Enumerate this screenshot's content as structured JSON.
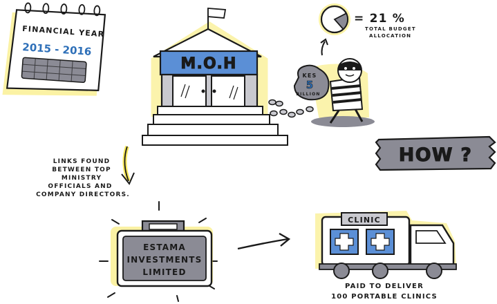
{
  "calendar": {
    "title": "FINANCIAL YEAR",
    "years": "2015 - 2016"
  },
  "ministry": {
    "sign": "M.O.H"
  },
  "budget": {
    "percent": "= 21 %",
    "fraction": 0.21,
    "caption_line1": "TOTAL BUDGET",
    "caption_line2": "ALLOCATION"
  },
  "money_bag": {
    "line1": "KES",
    "line2": "5",
    "line3": "BILLION"
  },
  "how_banner": {
    "text": "HOW ?"
  },
  "links_note": {
    "lines": [
      "LINKS FOUND",
      "BETWEEN TOP",
      "MINISTRY",
      "OFFICIALS AND",
      "COMPANY DIRECTORS."
    ]
  },
  "company": {
    "lines": [
      "ESTAMA",
      "INVESTMENTS",
      "LIMITED"
    ]
  },
  "clinic_truck": {
    "sign": "CLINIC",
    "caption_line1": "PAID TO DELIVER",
    "caption_line2": "100 PORTABLE CLINICS"
  },
  "colors": {
    "yellow_glow": "#f7e85a",
    "blue": "#5b8fd6",
    "grey": "#8b8b95",
    "light_grey": "#c9c9cf",
    "ink": "#1a1a1a"
  }
}
